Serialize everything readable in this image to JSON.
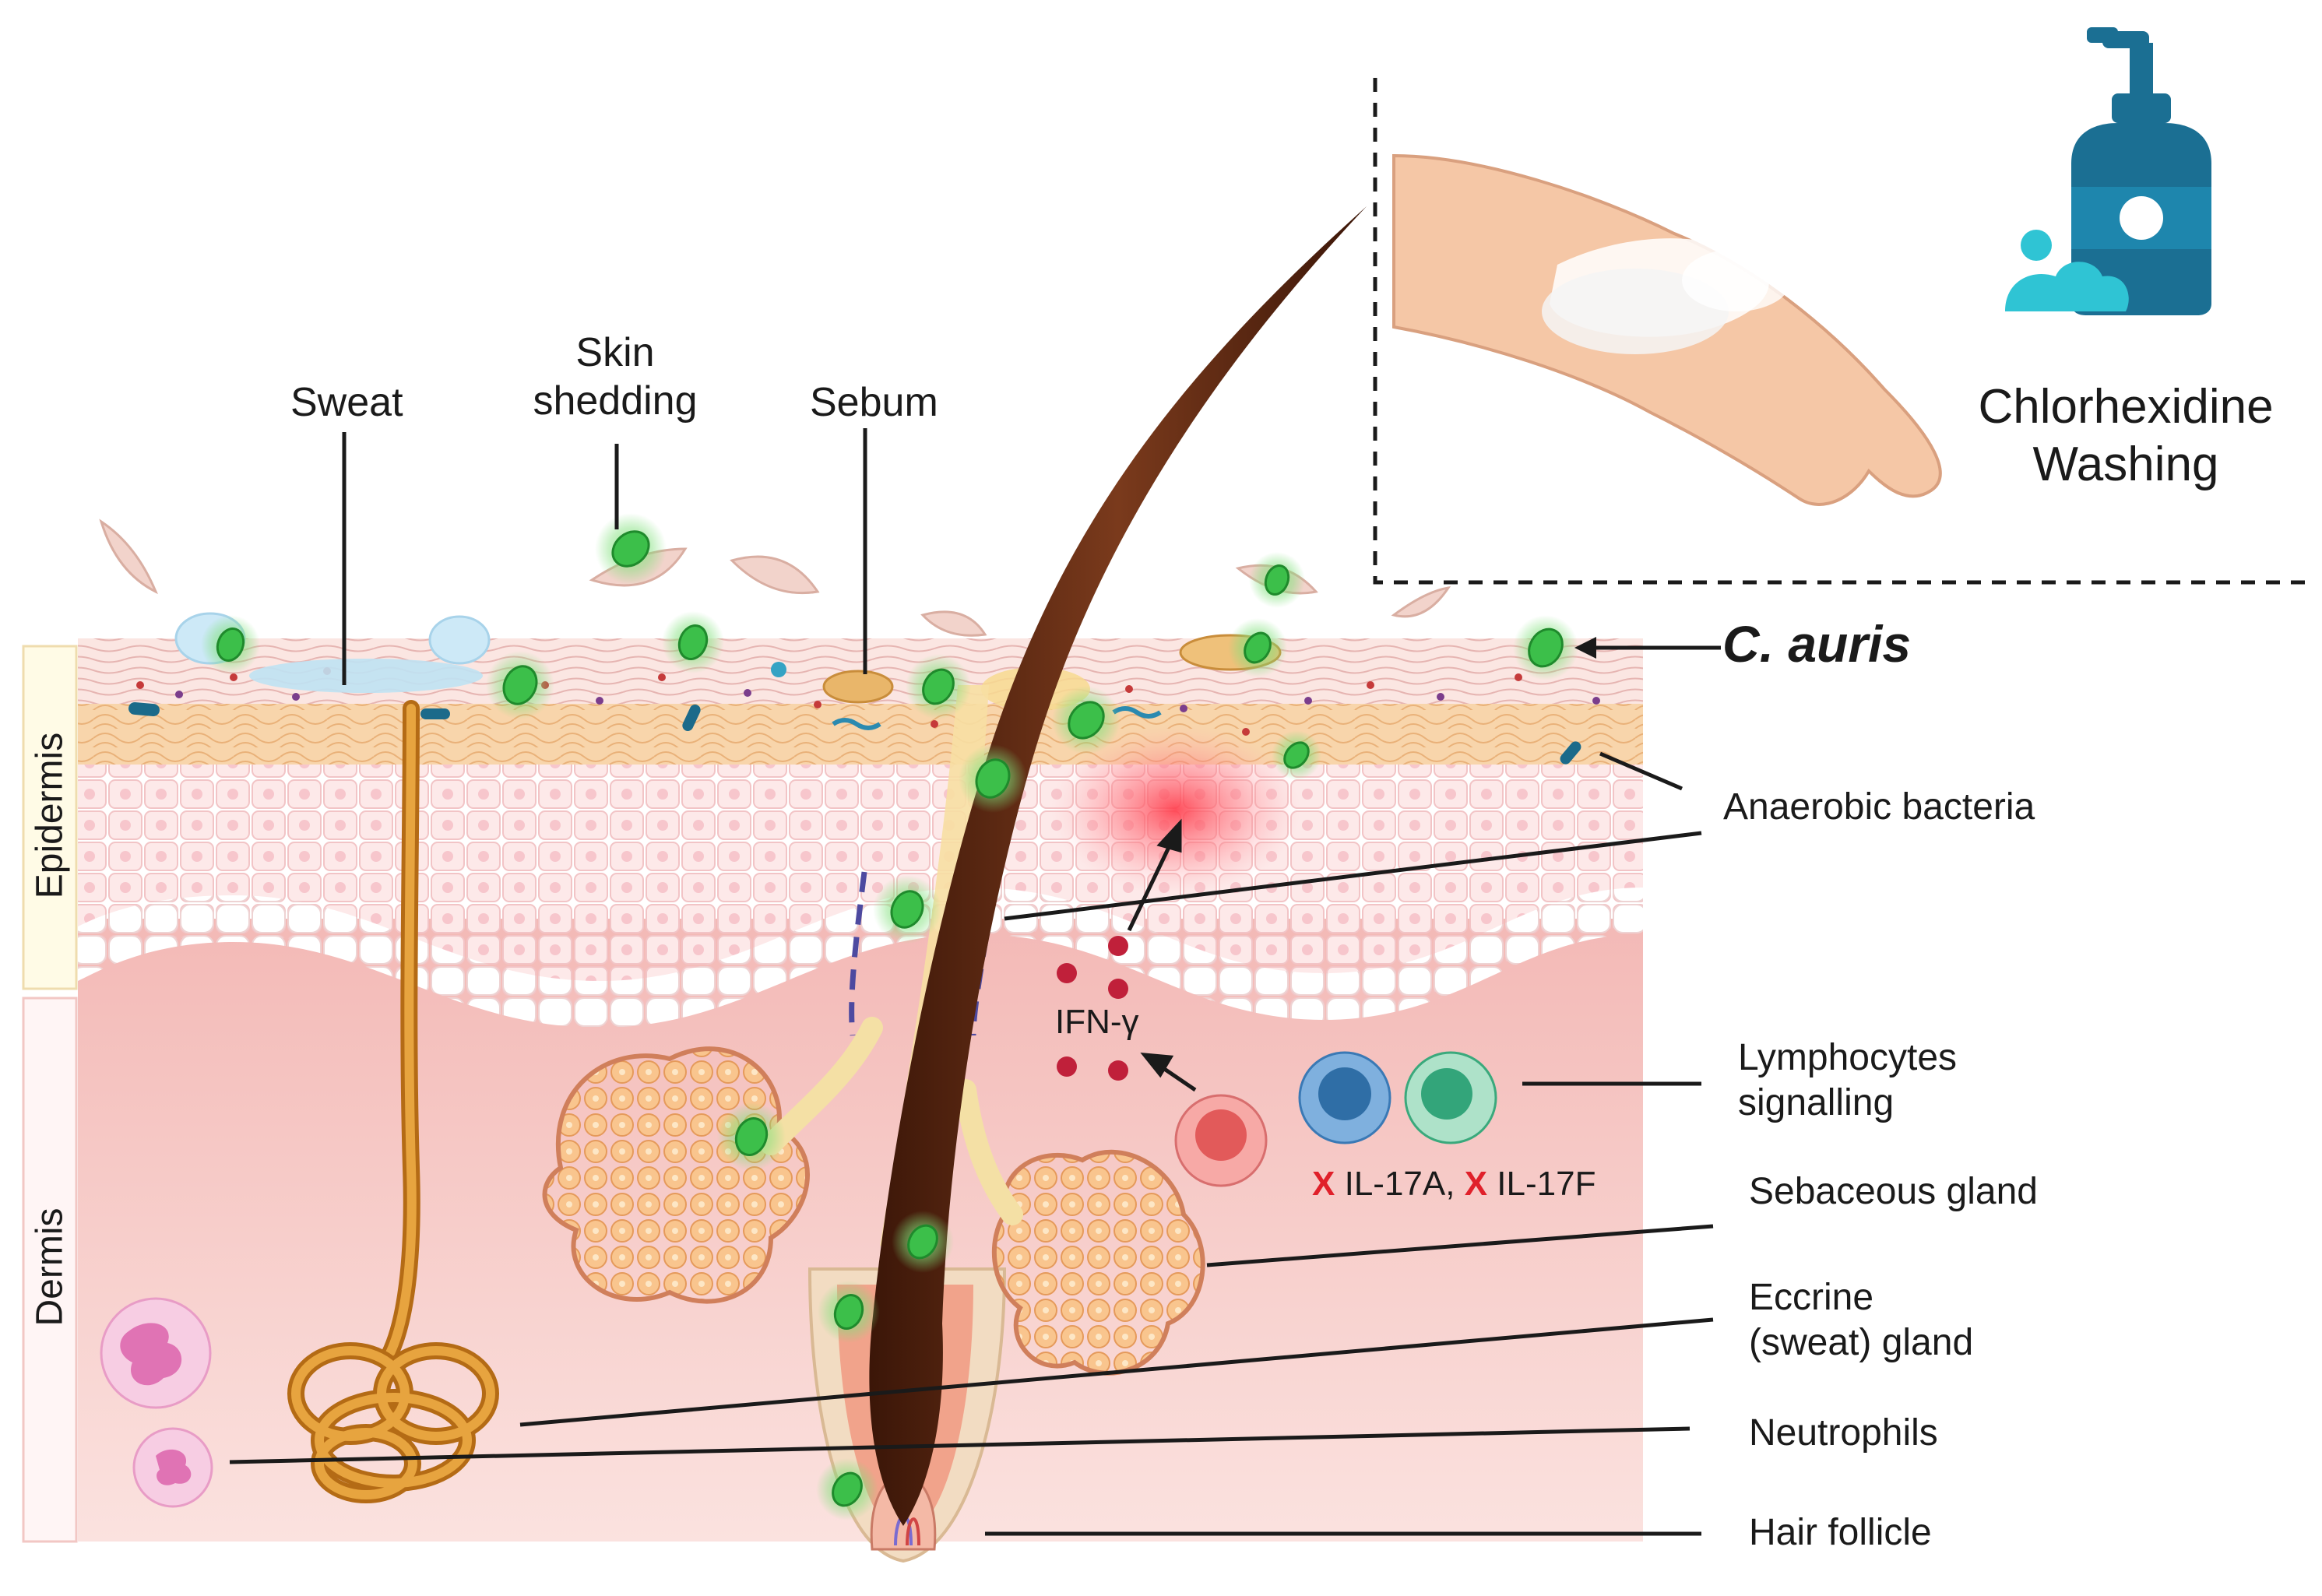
{
  "layers": {
    "epidermis": "Epidermis",
    "dermis": "Dermis"
  },
  "top_labels": {
    "sweat": "Sweat",
    "skin_shedding_line1": "Skin",
    "skin_shedding_line2": "shedding",
    "sebum": "Sebum"
  },
  "inset": {
    "washing_line1": "Chlorhexidine",
    "washing_line2": "Washing",
    "soap_icon": "soap-dispenser-icon",
    "hand_icon": "washing-hand-icon"
  },
  "right_labels": {
    "c_auris": "C. auris",
    "anaerobic": "Anaerobic bacteria",
    "lymph_line1": "Lymphocytes",
    "lymph_line2": "signalling",
    "sebaceous": "Sebaceous gland",
    "eccrine_line1": "Eccrine",
    "eccrine_line2": "(sweat) gland",
    "neutrophils": "Neutrophils",
    "hair_follicle": "Hair follicle"
  },
  "cytokines": {
    "ifn": "IFN-γ",
    "x_mark": "X",
    "il17a": "IL-17A,",
    "il17f": "IL-17F"
  },
  "colors": {
    "candida": "#3cbf4a",
    "candida_glow": "#7fe07a",
    "hair": "#5a2410",
    "sweat_duct": "#d9952e",
    "soap": "#1b6f93",
    "epidermis_pink": "#f9dede",
    "dermis_pink": "#f6c9c5",
    "stratum_orange": "#f6d2a4",
    "lymph_blue": "#3a79b5",
    "lymph_green": "#3aa97c",
    "lymph_red": "#e75a5a",
    "cytokine": "#c0203a",
    "neutrophil": "#e78cc4",
    "x_red": "#e0202a"
  }
}
